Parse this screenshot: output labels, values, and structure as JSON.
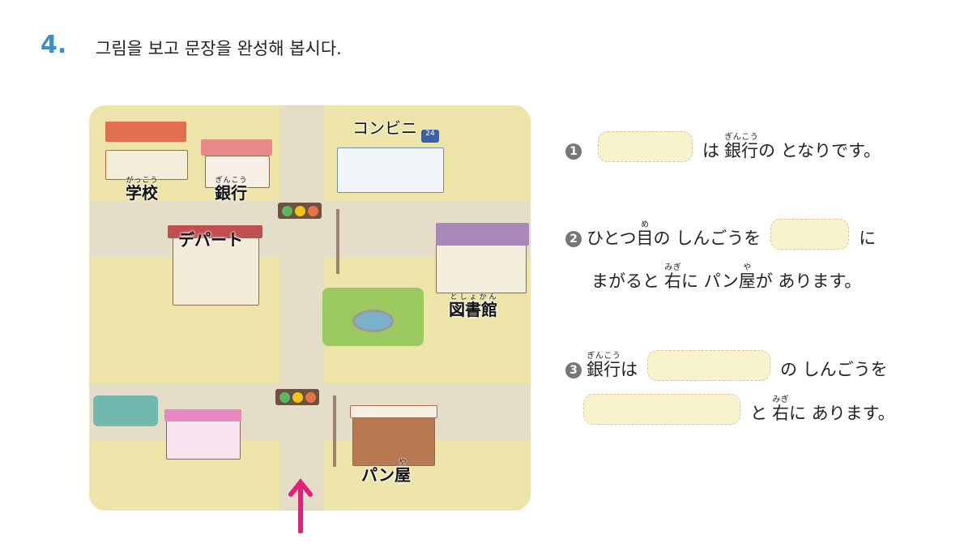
{
  "header": {
    "number": "4.",
    "instruction": "그림을 보고 문장을 완성해 봅시다."
  },
  "map": {
    "labels": {
      "school": {
        "kanji": "学校",
        "ruby": "がっこう"
      },
      "bank": {
        "kanji": "銀行",
        "ruby": "ぎんこう"
      },
      "convenience_store": "コンビニ",
      "department_store": "デパート",
      "library": {
        "kanji": "図書館",
        "ruby": "としょかん"
      },
      "bakery": {
        "kana": "パン",
        "kanji": "屋",
        "ruby": "や"
      }
    },
    "sign_text": "24",
    "colors": {
      "arrow": "#e0207a",
      "light_green": "#5cb85c",
      "light_yellow": "#f0c419",
      "light_red": "#e8734a"
    }
  },
  "questions": [
    {
      "number": "1",
      "text_a": "は",
      "kanji_bank": "銀行",
      "ruby_bank": "ぎんこう",
      "text_b": "の となりです。"
    },
    {
      "number": "2",
      "text_a": "ひとつ",
      "kanji_me": "目",
      "ruby_me": "め",
      "text_b": "の しんごうを",
      "text_c": "に",
      "line2_a": "まがると",
      "kanji_migi": "右",
      "ruby_migi": "みぎ",
      "line2_b": "に パン",
      "kanji_ya": "屋",
      "ruby_ya": "や",
      "line2_c": "が あります。"
    },
    {
      "number": "3",
      "kanji_bank": "銀行",
      "ruby_bank": "ぎんこう",
      "text_a": "は",
      "text_b": "の しんごうを",
      "line2_a": "と",
      "kanji_migi": "右",
      "ruby_migi": "みぎ",
      "line2_b": "に あります。"
    }
  ]
}
